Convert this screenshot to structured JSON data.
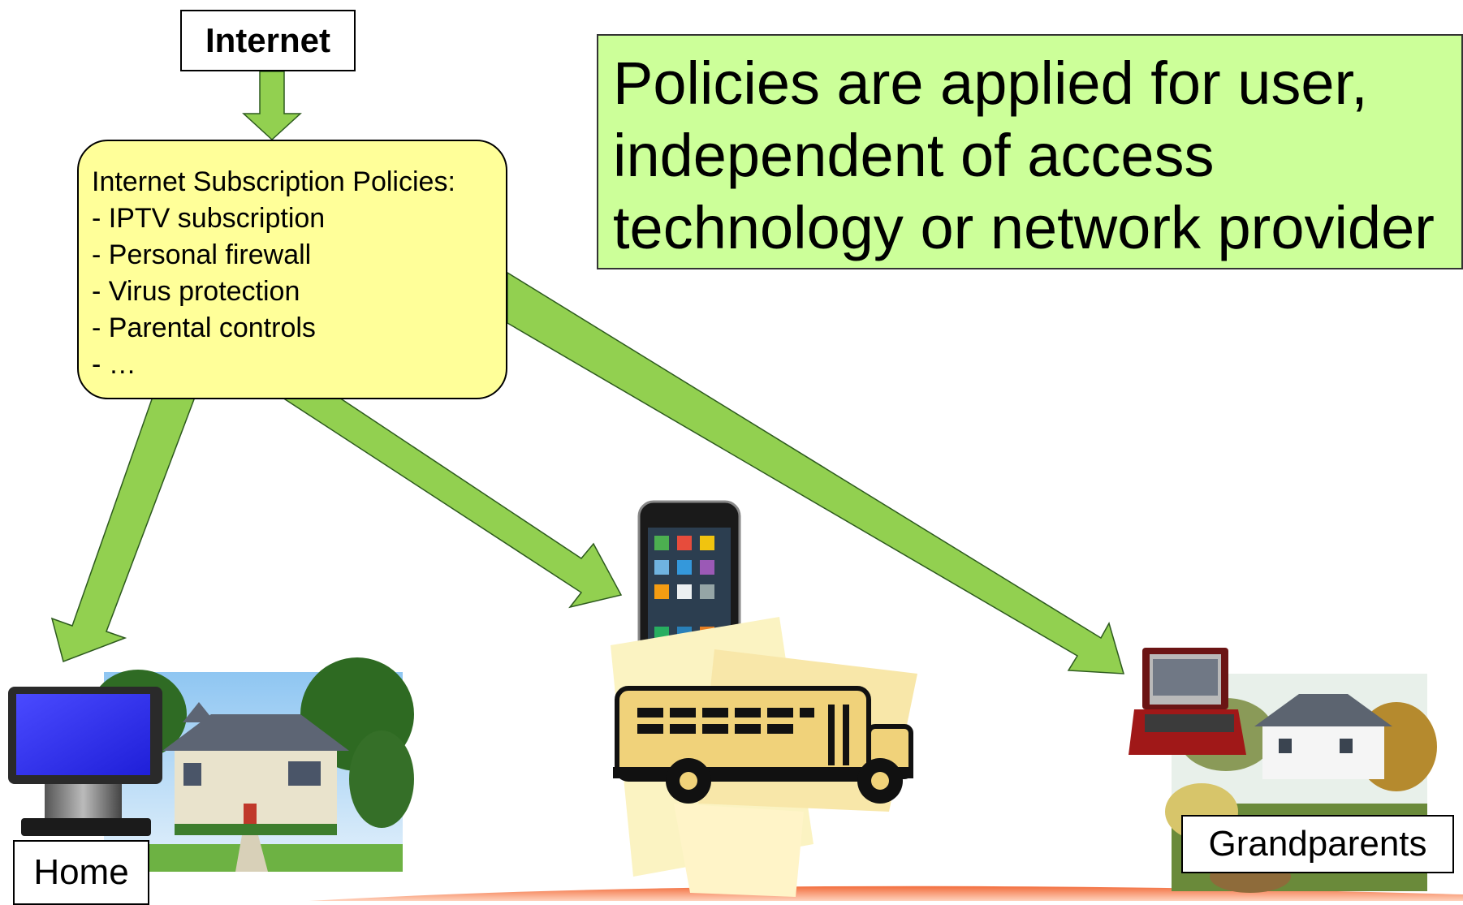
{
  "internet": {
    "label": "Internet"
  },
  "policies": {
    "title": "Internet Subscription Policies:",
    "items": [
      "- IPTV subscription",
      "- Personal firewall",
      "- Virus protection",
      "- Parental controls",
      "- …"
    ]
  },
  "callout": {
    "lines": [
      "Policies are applied for user,",
      "independent of access",
      "technology or network provider"
    ]
  },
  "locations": {
    "home": "Home",
    "grandparents": "Grandparents"
  },
  "colors": {
    "arrow": "#92d050",
    "policy_box": "#ffff99",
    "callout": "#ccff99",
    "footer_band": "#f26d3d"
  },
  "icons": [
    "desktop-computer-icon",
    "house-photo",
    "smartphone-icon",
    "school-bus-icon",
    "laptop-icon",
    "country-house-picture"
  ]
}
